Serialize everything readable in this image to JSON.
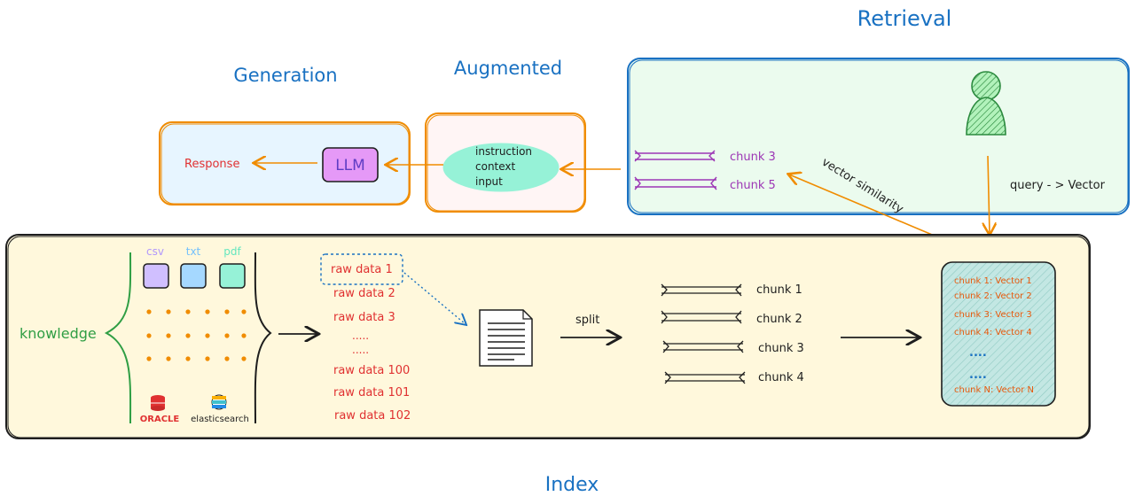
{
  "titles": {
    "retrieval": "Retrieval",
    "augmented": "Augmented",
    "generation": "Generation",
    "index": "Index"
  },
  "generation": {
    "response": "Response",
    "llm": "LLM"
  },
  "augmented": {
    "lines": [
      "instruction",
      "context",
      "input"
    ]
  },
  "retrieval": {
    "chunks": [
      "chunk 3",
      "chunk 5"
    ],
    "query_label": "query - > Vector",
    "similarity_label": "vector similarity"
  },
  "index": {
    "knowledge_label": "knowledge",
    "file_types": [
      "csv",
      "txt",
      "pdf"
    ],
    "sources": [
      "ORACLE",
      "elasticsearch"
    ],
    "raw_data": [
      "raw data 1",
      "raw data 2",
      "raw data 3",
      ".....",
      ".....",
      "raw data 100",
      "raw data 101",
      "raw data 102"
    ],
    "split_label": "split",
    "chunks": [
      "chunk 1",
      "chunk 2",
      "chunk 3",
      "chunk 4"
    ],
    "vectors": [
      "chunk 1: Vector 1",
      "chunk 2: Vector 2",
      "chunk 3: Vector 3",
      "chunk 4: Vector 4",
      "....",
      "....",
      "chunk N: Vector N"
    ]
  },
  "colors": {
    "title_blue": "#1971c2",
    "orange": "#f08c00",
    "red": "#e03131",
    "purple": "#9c36b5",
    "green": "#2f9e44",
    "index_bg": "#fff8dc",
    "retrieval_bg": "#ebfbee",
    "generation_bg": "#e7f5ff",
    "augmented_bg": "#fff5f5"
  }
}
